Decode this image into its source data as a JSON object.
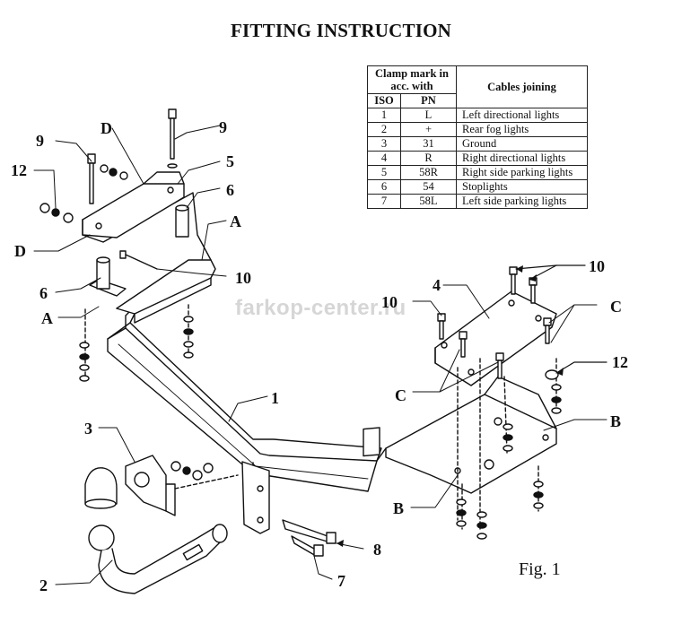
{
  "title": "FITTING INSTRUCTION",
  "table": {
    "header_clamp": "Clamp mark in acc. with",
    "header_cables": "Cables joining",
    "header_iso": "ISO",
    "header_pn": "PN",
    "rows": [
      {
        "iso": "1",
        "pn": "L",
        "desc": "Left directional lights"
      },
      {
        "iso": "2",
        "pn": "+",
        "desc": "Rear fog lights"
      },
      {
        "iso": "3",
        "pn": "31",
        "desc": "Ground"
      },
      {
        "iso": "4",
        "pn": "R",
        "desc": "Right directional lights"
      },
      {
        "iso": "5",
        "pn": "58R",
        "desc": "Right side parking lights"
      },
      {
        "iso": "6",
        "pn": "54",
        "desc": "Stoplights"
      },
      {
        "iso": "7",
        "pn": "58L",
        "desc": "Left side parking lights"
      }
    ]
  },
  "watermark": "farkop-center.ru",
  "figure_label": "Fig. 1",
  "callouts": {
    "c9_left": "9",
    "c9_top": "9",
    "cD_top": "D",
    "cD_left": "D",
    "c12_left": "12",
    "c5": "5",
    "c6_right": "6",
    "cA_right": "A",
    "c6_left": "6",
    "cA_left": "A",
    "c10_center": "10",
    "c10_right_top": "10",
    "c4": "4",
    "c10_right_mid": "10",
    "cC_right": "C",
    "cC_left": "C",
    "c12_right": "12",
    "c1": "1",
    "cB_right": "B",
    "cB_left": "B",
    "c3": "3",
    "c2": "2",
    "c8": "8",
    "c7": "7"
  }
}
